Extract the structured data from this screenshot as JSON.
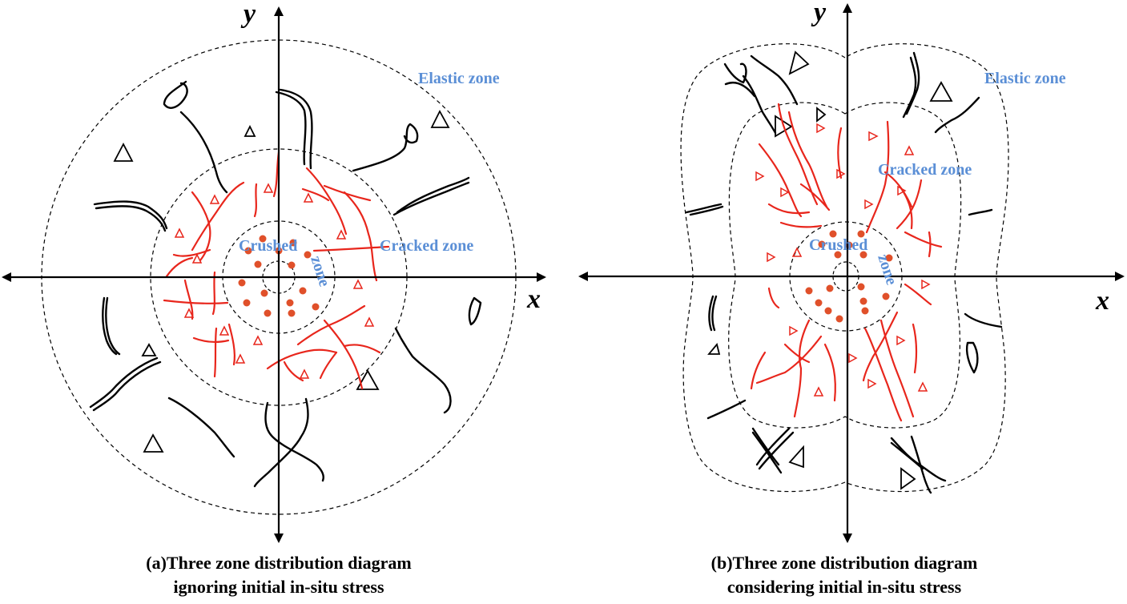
{
  "colors": {
    "zone_label": "#5b8fd6",
    "crack_inner": "#e8261c",
    "crack_outer": "#000000",
    "particle": "#e0502a"
  },
  "panel_a": {
    "x_axis_label": "x",
    "y_axis_label": "y",
    "labels": {
      "elastic": "Elastic zone",
      "cracked": "Cracked zone",
      "crushed": "Crushed",
      "zone": "zone"
    },
    "caption_line1": "(a)Three zone distribution diagram",
    "caption_line2": "ignoring initial in-situ stress"
  },
  "panel_b": {
    "x_axis_label": "x",
    "y_axis_label": "y",
    "labels": {
      "elastic": "Elastic zone",
      "cracked": "Cracked zone",
      "crushed": "Crushed",
      "zone": "zone"
    },
    "caption_line1": "(b)Three zone distribution diagram",
    "caption_line2": "considering initial in-situ stress"
  }
}
